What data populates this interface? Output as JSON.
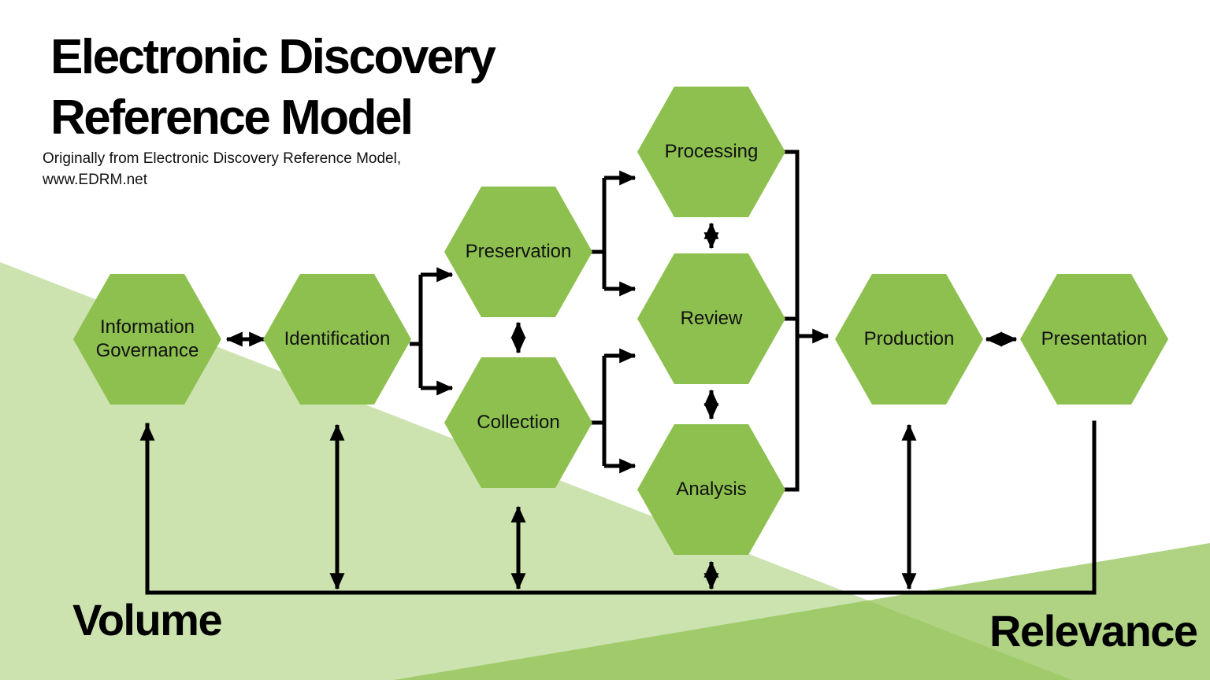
{
  "title": {
    "line1": "Electronic Discovery",
    "line2": "Reference Model"
  },
  "subtitle": {
    "line1": "Originally from Electronic Discovery Reference Model,",
    "line2": "www.EDRM.net"
  },
  "axes": {
    "left_label": "Volume",
    "right_label": "Relevance"
  },
  "nodes": [
    {
      "id": "information-governance",
      "label": "Information Governance"
    },
    {
      "id": "identification",
      "label": "Identification"
    },
    {
      "id": "preservation",
      "label": "Preservation"
    },
    {
      "id": "collection",
      "label": "Collection"
    },
    {
      "id": "processing",
      "label": "Processing"
    },
    {
      "id": "review",
      "label": "Review"
    },
    {
      "id": "analysis",
      "label": "Analysis"
    },
    {
      "id": "production",
      "label": "Production"
    },
    {
      "id": "presentation",
      "label": "Presentation"
    }
  ],
  "edges": [
    {
      "from": "Information Governance",
      "to": "Identification",
      "type": "bidirectional"
    },
    {
      "from": "Identification",
      "to": "Preservation",
      "type": "directed"
    },
    {
      "from": "Identification",
      "to": "Collection",
      "type": "directed"
    },
    {
      "from": "Preservation",
      "to": "Collection",
      "type": "bidirectional"
    },
    {
      "from": "Preservation",
      "to": "Processing",
      "type": "directed"
    },
    {
      "from": "Preservation",
      "to": "Review",
      "type": "directed"
    },
    {
      "from": "Collection",
      "to": "Review",
      "type": "directed"
    },
    {
      "from": "Collection",
      "to": "Analysis",
      "type": "directed"
    },
    {
      "from": "Processing",
      "to": "Review",
      "type": "bidirectional"
    },
    {
      "from": "Review",
      "to": "Analysis",
      "type": "bidirectional"
    },
    {
      "from": "Processing/Review/Analysis",
      "to": "Production",
      "type": "directed"
    },
    {
      "from": "Production",
      "to": "Presentation",
      "type": "bidirectional"
    }
  ],
  "colors": {
    "hexagon_fill": "#8DC04F",
    "triangle_base": "#8DC04F",
    "line": "#000000",
    "background": "#FFFFFF"
  }
}
